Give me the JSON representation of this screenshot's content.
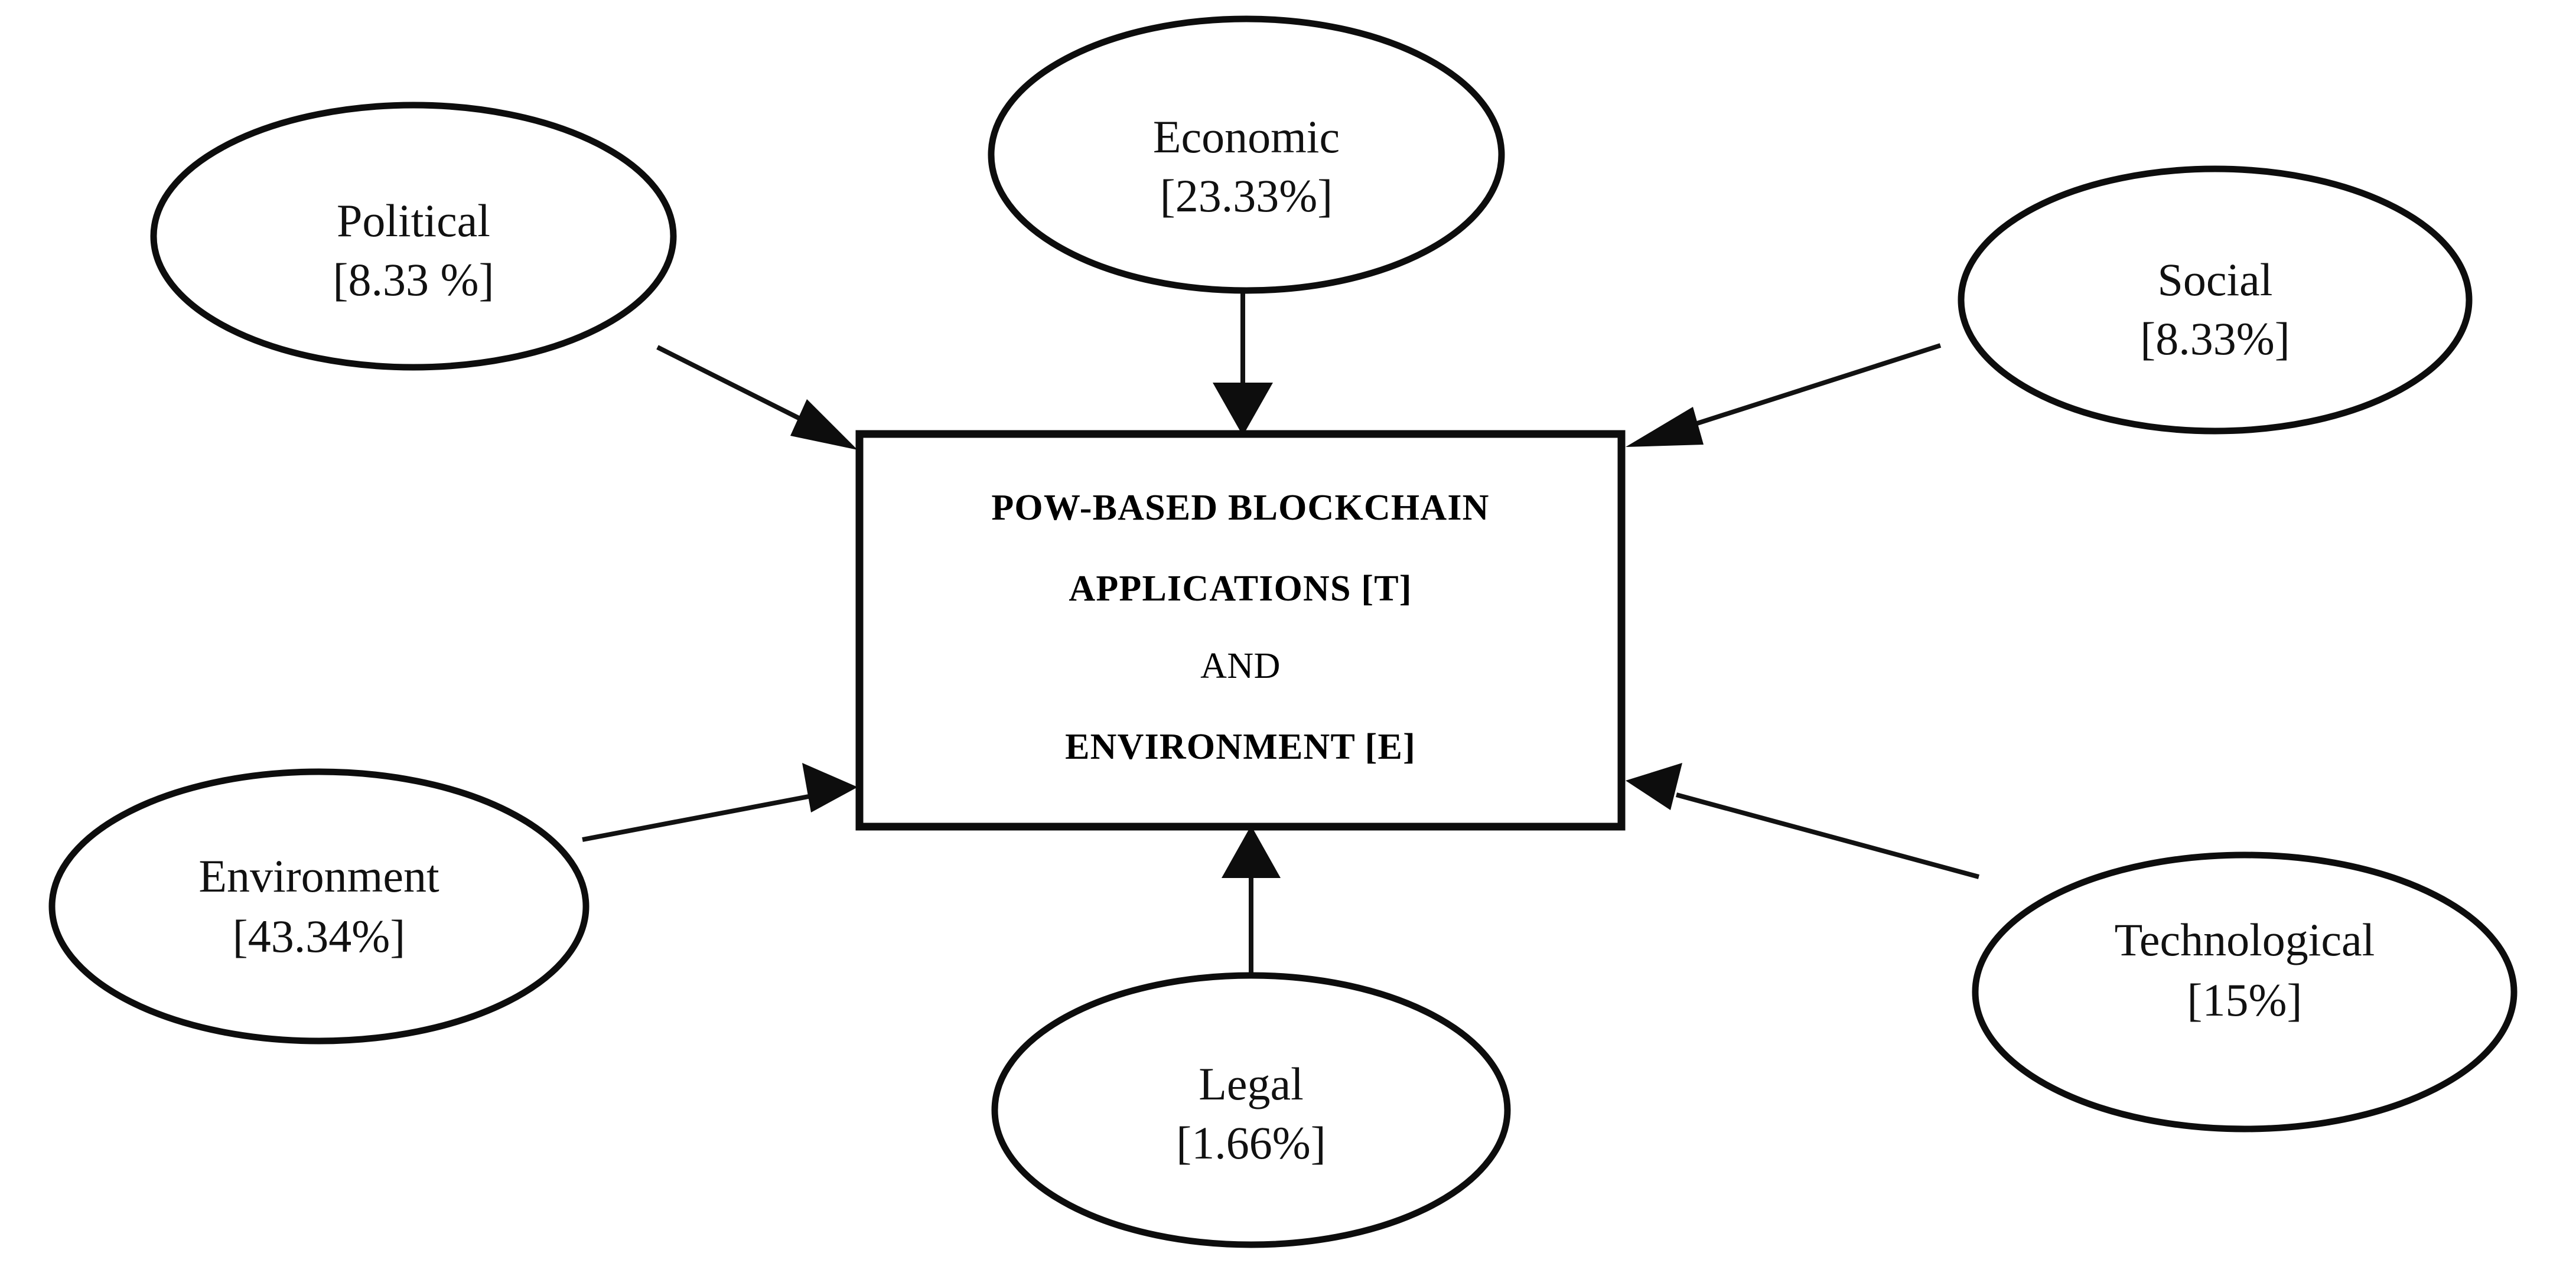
{
  "diagram": {
    "type": "hub-and-spoke-influence-diagram",
    "center": {
      "lines": [
        {
          "text": "POW-BASED BLOCKCHAIN",
          "weight": "bold"
        },
        {
          "text": "APPLICATIONS [T]",
          "weight": "bold"
        },
        {
          "text": "AND",
          "weight": "regular"
        },
        {
          "text": "ENVIRONMENT  [E]",
          "weight": "bold"
        }
      ]
    },
    "factors": [
      {
        "id": "political",
        "label": "Political",
        "value": "[8.33 %]",
        "percent": 8.33,
        "position": "top-left"
      },
      {
        "id": "economic",
        "label": "Economic",
        "value": "[23.33%]",
        "percent": 23.33,
        "position": "top-center"
      },
      {
        "id": "social",
        "label": "Social",
        "value": "[8.33%]",
        "percent": 8.33,
        "position": "top-right"
      },
      {
        "id": "environment",
        "label": "Environment",
        "value": "[43.34%]",
        "percent": 43.34,
        "position": "bottom-left"
      },
      {
        "id": "legal",
        "label": "Legal",
        "value": "[1.66%]",
        "percent": 1.66,
        "position": "bottom-center"
      },
      {
        "id": "technological",
        "label": "Technological",
        "value": "[15%]",
        "percent": 15.0,
        "position": "bottom-right"
      }
    ],
    "colors": {
      "stroke": "#0d0d0d",
      "fill": "#ffffff",
      "text": "#111111",
      "background": "#ffffff"
    }
  },
  "chart_data": {
    "type": "pie",
    "title": "",
    "categories": [
      "Political",
      "Economic",
      "Social",
      "Environment",
      "Legal",
      "Technological"
    ],
    "values": [
      8.33,
      23.33,
      8.33,
      43.34,
      1.66,
      15.0
    ],
    "labels": [
      "[8.33 %]",
      "[23.33%]",
      "[8.33%]",
      "[43.34%]",
      "[1.66%]",
      "[15%]"
    ],
    "xlabel": "",
    "ylabel": "",
    "unit": "%",
    "legend": "none",
    "grid": false
  }
}
